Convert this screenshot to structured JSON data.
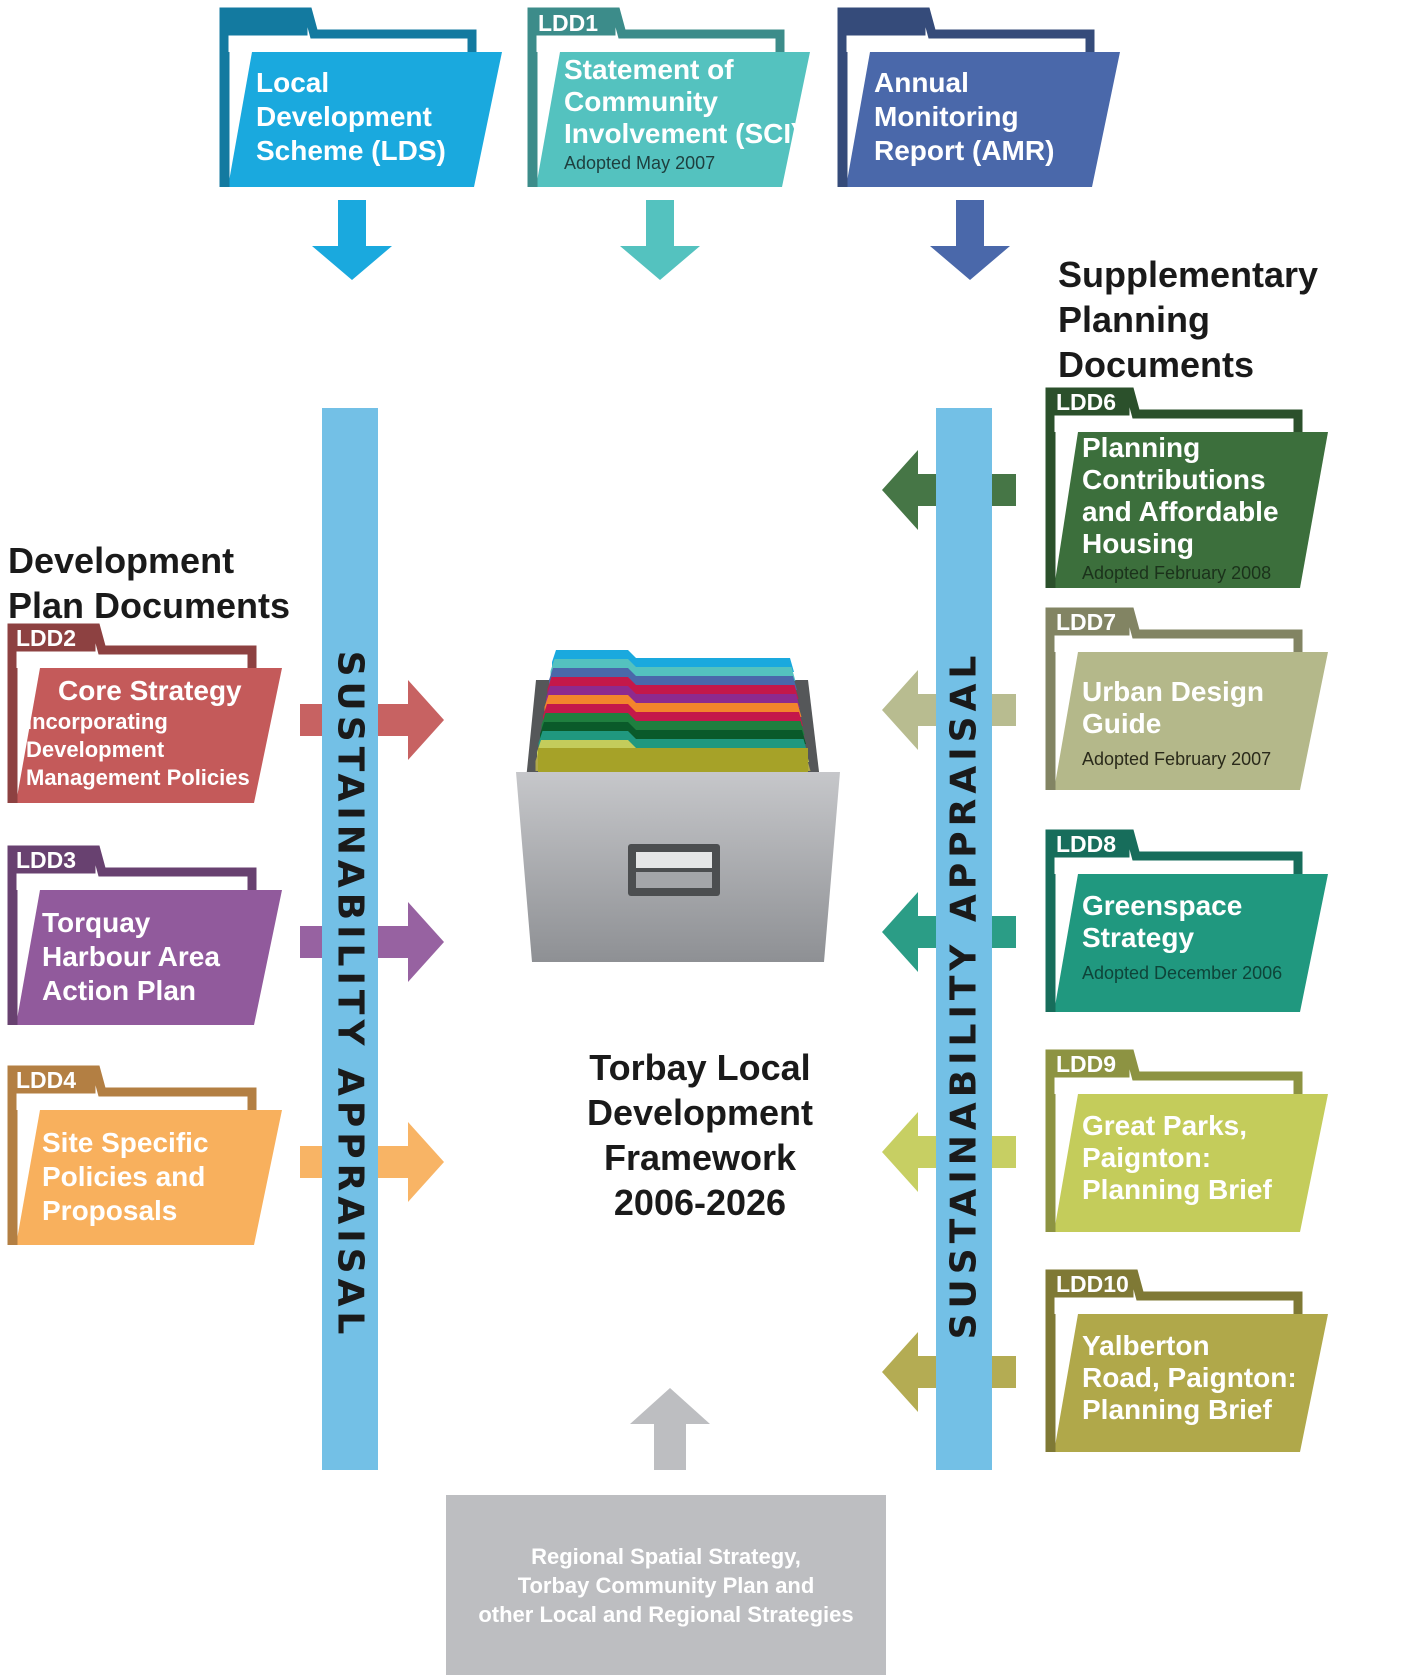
{
  "colors": {
    "lds": "#1aa9de",
    "sci": "#54c2bf",
    "amr": "#4a68aa",
    "ldd2": "#c45a5a",
    "ldd3": "#915a9c",
    "ldd4": "#f8b05d",
    "ldd6": "#3c6f3c",
    "ldd7": "#b4b88a",
    "ldd8": "#20987f",
    "ldd9": "#c4cc5b",
    "ldd10": "#b0a84a",
    "appraisal_bar": "#73c0e6",
    "regional_box": "#bdbec1"
  },
  "top_documents": [
    {
      "tag": "",
      "lines": [
        "Local",
        "Development",
        "Scheme (LDS)"
      ],
      "note": ""
    },
    {
      "tag": "LDD1",
      "lines": [
        "Statement of",
        "Community",
        "Involvement (SCI)"
      ],
      "note": "Adopted May 2007"
    },
    {
      "tag": "",
      "lines": [
        "Annual",
        "Monitoring",
        "Report (AMR)"
      ],
      "note": ""
    }
  ],
  "headings": {
    "development_plan": [
      "Development",
      "Plan Documents"
    ],
    "supplementary": [
      "Supplementary",
      "Planning",
      "Documents"
    ]
  },
  "dpd": [
    {
      "tag": "LDD2",
      "lines": [
        "Core Strategy"
      ],
      "sub": [
        "incorporating",
        "Development",
        "Management Policies"
      ]
    },
    {
      "tag": "LDD3",
      "lines": [
        "Torquay",
        "Harbour Area",
        "Action Plan"
      ],
      "sub": []
    },
    {
      "tag": "LDD4",
      "lines": [
        "Site Specific",
        "Policies and",
        "Proposals"
      ],
      "sub": []
    }
  ],
  "spd": [
    {
      "tag": "LDD6",
      "lines": [
        "Planning",
        "Contributions",
        "and Affordable",
        "Housing"
      ],
      "note": "Adopted February 2008"
    },
    {
      "tag": "LDD7",
      "lines": [
        "Urban Design",
        "Guide"
      ],
      "note": "Adopted February 2007"
    },
    {
      "tag": "LDD8",
      "lines": [
        "Greenspace",
        "Strategy"
      ],
      "note": "Adopted December 2006"
    },
    {
      "tag": "LDD9",
      "lines": [
        "Great Parks,",
        "Paignton:",
        "Planning Brief"
      ],
      "note": ""
    },
    {
      "tag": "LDD10",
      "lines": [
        "Yalberton",
        "Road, Paignton:",
        "Planning Brief"
      ],
      "note": ""
    }
  ],
  "sustainability_label": "SUSTAINABILITY APPRAISAL",
  "center_title": [
    "Torbay Local",
    "Development",
    "Framework",
    "2006-2026"
  ],
  "regional": [
    "Regional Spatial Strategy,",
    "Torbay Community Plan and",
    "other Local and Regional Strategies"
  ]
}
